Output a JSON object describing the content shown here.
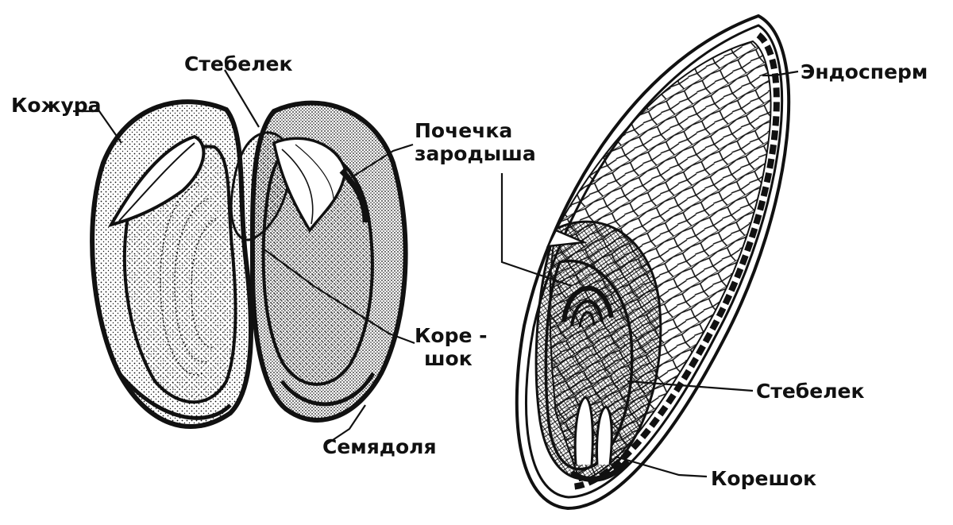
{
  "colors": {
    "ink": "#111111",
    "paper": "#ffffff"
  },
  "bean_seed": {
    "labels": {
      "stem": "Стебелек",
      "seed_coat": "Кожура",
      "bud_line1": "Почечка",
      "bud_line2": "зародыша",
      "root_line1": "Коре -",
      "root_line2": "шок",
      "cotyledon": "Семядоля"
    }
  },
  "wheat_grain": {
    "labels": {
      "endosperm": "Эндосперм",
      "stem": "Стебелек",
      "root": "Корешок"
    }
  }
}
